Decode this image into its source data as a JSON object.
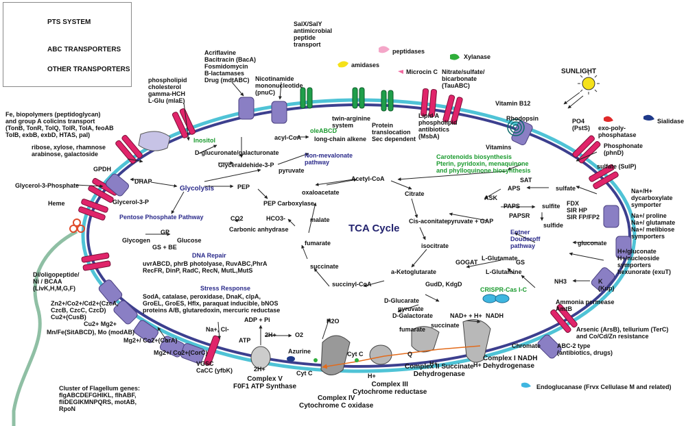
{
  "legend": {
    "pts": "PTS SYSTEM",
    "abc": "ABC TRANSPORTERS",
    "other": "OTHER TRANSPORTERS"
  },
  "colors": {
    "membrane_outer": "#4fc3d6",
    "membrane_inner": "#3c3f8e",
    "abc_transporter": "#e0246a",
    "other_transporter": "#8a7fc4",
    "channel": "#1f9e4a",
    "pathway_blue": "#2a2a8a",
    "pathway_green": "#1a9a2e"
  },
  "icons": [
    "sun-icon",
    "rhodopsin-icon",
    "crispr-icon",
    "flagellum-icon",
    "amidase-icon",
    "peptidase-icon",
    "xylanase-icon",
    "sialidase-icon",
    "exo-polyphosphatase-icon",
    "endoglucanase-icon",
    "azurine-icon"
  ],
  "labels": {
    "acriflavine": "Acriflavine\nBacitracin (BacA)\nFosmidomycin\nB-lactamases\nDrug (mdtABC)",
    "salx": "SalX/SalY\nantimicrobial\npeptide\ntransport",
    "peptidases": "peptidases",
    "xylanase": "Xylanase",
    "amidases": "amidases",
    "microcin": "Microcin C",
    "nitrate": "Nitrate/sulfate/\nbicarbonate\n(TauABC)",
    "sunlight": "SUNLIGHT",
    "nicotinamide": "Nicotinamide\nmononucleotide\n(pnuC)",
    "phospholipid": "phospholipid\ncholesterol\ngamma-HCH\nL-Glu (mlaE)",
    "twin": "twin-arginine\nsystem",
    "protein_trans": "Protein\ntranslocation\nSec dependent",
    "lipidA": "Lipid A\nphospholipid\nantibiotics\n(MsbA)",
    "vitb12": "Vitamin B12",
    "rhodopsin": "Rhodopsin",
    "po4": "PO4\n(PstS)",
    "sialidase": "Sialidase",
    "exopoly": "exo-poly-\nphosphatase",
    "fe": "Fe, biopolymers (peptidoglycan)\nand group A colicins transport\n(TonB, TonR, TolQ, TolR, TolA, feoAB\nTolB, exbB, exbD, HTAS, pal)",
    "ribose": "ribose, xylose, rhamnose\narabinose, galactoside",
    "g3p": "Glycerol-3-Phosphate",
    "heme": "Heme",
    "gpdh": "GPDH",
    "dhap": "DHAP",
    "glycerol3p": "Glycerol-3-P",
    "inositol": "Inositol",
    "dglucuronate": "D-glucuronate/galacturonate",
    "acylcoa": "acyl-CoA",
    "oleabcd": "oleABCD",
    "longchain": "long-chain alkene",
    "glyceraldehyde": "Glyceraldehide-3-P",
    "nonmeval": "Non-mevalonate\npathway",
    "pyruvate_top": "pyruvate",
    "vitamins": "Vitamins",
    "carotenoids": "Carotenoids biosynthesis\nPterin, pyridoxin, menaquinone\nand phylloquinone biosynthesis",
    "phosphonate": "Phosphonate\n(phnD)",
    "sulfate_sulp": "sulfate (SulP)",
    "glycolysis": "Glycolysis",
    "pep": "PEP",
    "acetylcoa": "Acetyl-CoA",
    "citrate": "Citrate",
    "oxaloacetate": "oxaloacetate",
    "pepcarbox": "PEP Carboxylase",
    "sat": "SAT",
    "aps": "APS",
    "sulfate": "sulfate",
    "ask": "ASK",
    "paps": "PAPS",
    "sulfite": "sulfite",
    "papsr": "PAPSR",
    "fdx": "FDX\nSIR HP\nSIR FP/FP2",
    "sulfide": "sulfide",
    "dycarboxylate": "Na+/H+\ndycarboxylate\nsymporter",
    "naproline": "Na+/ proline\nNa+/ glutamate\nNa+/ melibiose\nsymporters",
    "ppp": "Pentose Phosphate Pathway",
    "co2": "CO2",
    "hco3": "HCO3-",
    "carbonic": "Carbonic anhydrase",
    "malate": "malate",
    "tca": "TCA Cycle",
    "cisaconitate": "Cis-aconitate",
    "pyruvate_gap": "pyruvate + GAP",
    "entner": "Entner\nDoudoroff\npathway",
    "gluconate": "gluconate",
    "gp": "GP",
    "glycogen": "Glycogen",
    "glucose": "Glucose",
    "gsbe": "GS + BE",
    "fumarate_tca": "fumarate",
    "isocitrate": "isocitrate",
    "lglutamate": "L-Glutamate",
    "gogat": "GOGAT",
    "gs": "GS",
    "lglutamine": "L-Glutamine",
    "hgluconate": "H+/gluconate\nH+/nucleoside\nsymporters\nhexunorate (exuT)",
    "dnarepair": "DNA Repair",
    "dnarepair_genes": "uvrABCD, phrB photolyase, RuvABC,PhrA\nRecFR, DinP, RadC, RecN, MutL,MutS",
    "succinate_tca": "succinate",
    "aketo": "a-Ketoglutarate",
    "nh3": "NH3",
    "kup": "K\n(Kup)",
    "ammonia": "Ammonia permease\nAmtB",
    "stress": "Stress Response",
    "stress_genes": "SodA, catalase, peroxidase, DnaK, clpA,\nGroEL, GroES, Hflx, paraquat inducible, bNOS\nproteins A/B, glutaredoxin, mercuric reductase",
    "succinylcoa": "succinyl-CoA",
    "gudd": "GudD, KdgD",
    "crispr": "CRISPR-Cas I-C",
    "dglucarate": "D-Glucarate",
    "pyruvate_low": "pyruvate",
    "dgalactorate": "D-Galactorate",
    "dioligo": "Di/oligopeptide/\nNi / BCAA\n(LivK,H,M,G,F)",
    "zn": "Zn2+/Co2+/Cd2+(CzcA,\nCzcB, CzcC, CzcD)\nCu2+(CusB)",
    "mnfe": "Mn/Fe(SitABCD), Mo (modAB)",
    "cumg": "Cu2+ Mg2+",
    "mgco_cora": "Mg2+/ Co2+(CorA)",
    "mgco_corc": "Mg2+/ Co2+(CorC)",
    "nacl": "Na+, Cl-",
    "vgsc": "VGSC\nCaCC (yfbK)",
    "adppi": "ADP + Pi",
    "atp": "ATP",
    "twoh_top": "2H+",
    "o2": "O2",
    "h2o": "H2O",
    "twoh_low": "2H+",
    "complexv": "Complex V\nF0F1 ATP Synthase",
    "azurine": "Azurine",
    "cytc1": "Cyt C",
    "cytc2": "Cyt C",
    "q": "Q",
    "complexiv": "Complex IV\nCytochrome C oxidase",
    "complexiii": "Complex III\nCytochrome reductase",
    "complexii": "Complex II Succinate\nDehydrogenase",
    "complexi": "Complex I NADH\nDehydrogenase",
    "fumarate_c2": "fumarate",
    "succinate_c2": "succinate",
    "nadh": "NAD+ + H+",
    "nadh2": "NADH",
    "hplus1": "H+",
    "hplus2": "H+",
    "hplus3": "H+",
    "chromate": "Chromate",
    "arsenic": "Arsenic (ArsB), tellurium (TerC)\nand Co/Cd/Zn resistance",
    "abc2": "ABC-2 type\n(antibiotics, drugs)",
    "endoglucanase": "Endoglucanase (Frvx Cellulase M and related)",
    "flagellum": "Cluster of Flagellum genes:\nflgABCDEFGHIKL, flhABF,\nfliDEGIKMNPQRS, motAB,\nRpoN"
  }
}
